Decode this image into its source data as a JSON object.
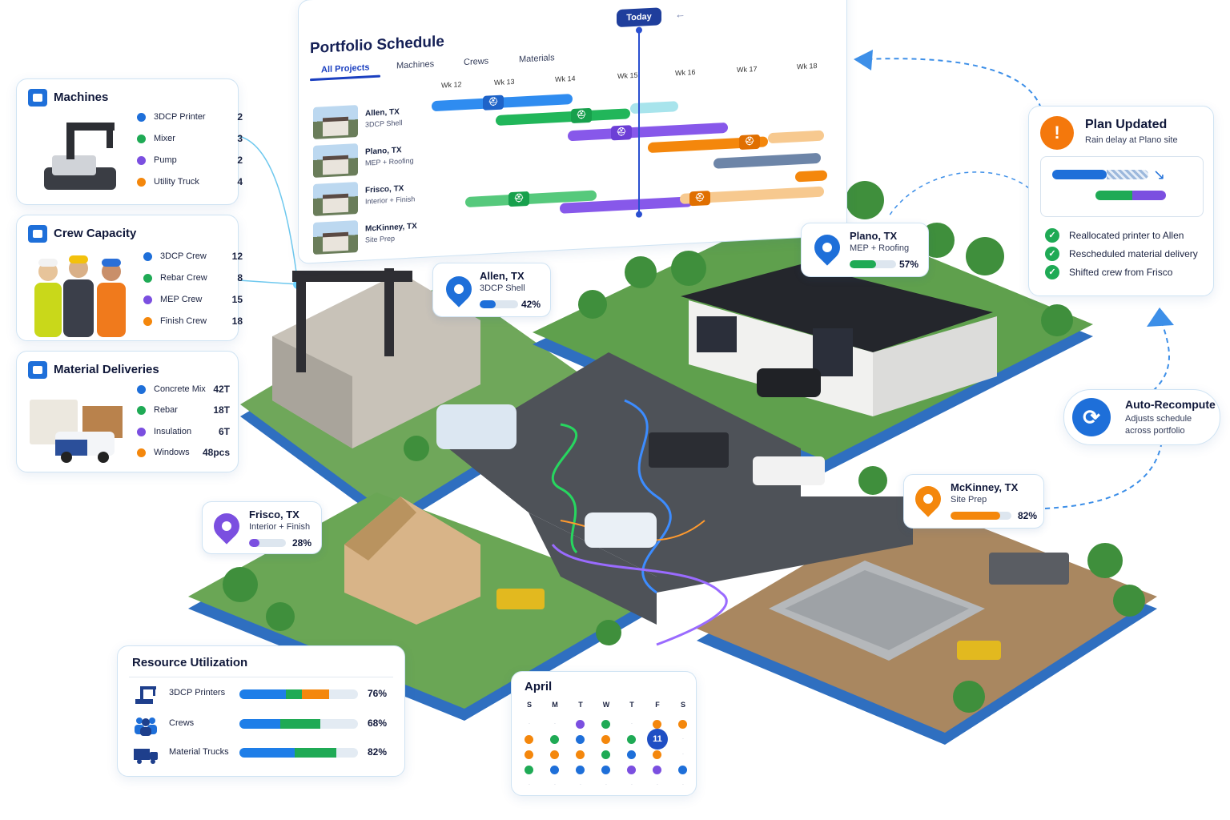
{
  "schedule": {
    "title": "Portfolio Schedule",
    "tabs": [
      "All Projects",
      "Machines",
      "Crews",
      "Materials"
    ],
    "today_label": "Today",
    "weeks": [
      "Wk 12",
      "Wk 13",
      "Wk 14",
      "Wk 15",
      "Wk 16",
      "Wk 17",
      "Wk 18"
    ],
    "projects": [
      {
        "name": "Allen, TX",
        "sub": "3DCP Shell"
      },
      {
        "name": "Plano, TX",
        "sub": "MEP + Roofing"
      },
      {
        "name": "Frisco, TX",
        "sub": "Interior + Finish"
      },
      {
        "name": "McKinney, TX",
        "sub": "Site Prep"
      }
    ]
  },
  "machines": {
    "title": "Machines",
    "items": [
      {
        "label": "3DCP Printer",
        "value": "2",
        "color": "#1e6fd9"
      },
      {
        "label": "Mixer",
        "value": "3",
        "color": "#1faa55"
      },
      {
        "label": "Pump",
        "value": "2",
        "color": "#7b4fe0"
      },
      {
        "label": "Utility Truck",
        "value": "4",
        "color": "#f4870c"
      }
    ]
  },
  "crew": {
    "title": "Crew Capacity",
    "items": [
      {
        "label": "3DCP Crew",
        "value": "12",
        "color": "#1e6fd9"
      },
      {
        "label": "Rebar Crew",
        "value": "8",
        "color": "#1faa55"
      },
      {
        "label": "MEP Crew",
        "value": "15",
        "color": "#7b4fe0"
      },
      {
        "label": "Finish Crew",
        "value": "18",
        "color": "#f4870c"
      }
    ]
  },
  "materials": {
    "title": "Material Deliveries",
    "items": [
      {
        "label": "Concrete Mix",
        "value": "42T",
        "color": "#1e6fd9"
      },
      {
        "label": "Rebar",
        "value": "18T",
        "color": "#1faa55"
      },
      {
        "label": "Insulation",
        "value": "6T",
        "color": "#7b4fe0"
      },
      {
        "label": "Windows",
        "value": "48pcs",
        "color": "#f4870c"
      }
    ]
  },
  "sites": {
    "allen": {
      "name": "Allen, TX",
      "sub": "3DCP Shell",
      "pct": "42%",
      "progress": 0.42,
      "color": "#1e6fd9"
    },
    "plano": {
      "name": "Plano, TX",
      "sub": "MEP + Roofing",
      "pct": "57%",
      "progress": 0.57,
      "color": "#1e6fd9",
      "fill": "#1faa55"
    },
    "frisco": {
      "name": "Frisco, TX",
      "sub": "Interior + Finish",
      "pct": "28%",
      "progress": 0.28,
      "color": "#7b4fe0"
    },
    "mckinney": {
      "name": "McKinney, TX",
      "sub": "Site Prep",
      "pct": "82%",
      "progress": 0.82,
      "color": "#f4870c"
    }
  },
  "plan_updated": {
    "title": "Plan Updated",
    "subtitle": "Rain delay at Plano site",
    "warn_glyph": "!",
    "check_glyph": "✓",
    "actions": [
      "Reallocated printer to Allen",
      "Rescheduled material delivery",
      "Shifted crew from Frisco"
    ]
  },
  "auto_recompute": {
    "title": "Auto-Recompute",
    "line1": "Adjusts schedule",
    "line2": "across portfolio",
    "glyph": "⟳"
  },
  "utilization": {
    "title": "Resource Utilization",
    "items": [
      {
        "label": "3DCP Printers",
        "pct": "76%",
        "value": 0.76
      },
      {
        "label": "Crews",
        "pct": "68%",
        "value": 0.68
      },
      {
        "label": "Material Trucks",
        "pct": "82%",
        "value": 0.82
      }
    ]
  },
  "calendar": {
    "month": "April",
    "days": [
      "S",
      "M",
      "T",
      "W",
      "T",
      "F",
      "S"
    ],
    "today": "11"
  }
}
